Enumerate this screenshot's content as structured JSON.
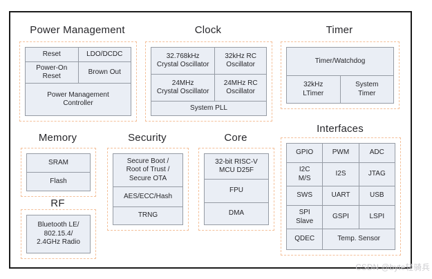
{
  "watermark": {
    "text": "CSDN @byte轻骑兵"
  },
  "colors": {
    "cell_background": "#eaeef5",
    "cell_border": "#959ba4",
    "group_dashed_border": "#f4bf98",
    "frame_border": "#1a1a1a",
    "text": "#26262a",
    "watermark_text": "#cacace"
  },
  "sections": {
    "power_management": {
      "title": "Power Management",
      "cells": {
        "reset": "Reset",
        "ldo_dcdc": "LDO/DCDC",
        "power_on_reset": "Power-On\nReset",
        "brown_out": "Brown Out",
        "pmc": "Power Management\nController"
      }
    },
    "clock": {
      "title": "Clock",
      "cells": {
        "xtal_32768khz": "32.768kHz\nCrystal Oscillator",
        "rc_32khz": "32kHz RC\nOscillator",
        "xtal_24mhz": "24MHz\nCrystal Oscillator",
        "rc_24mhz": "24MHz RC\nOscillator",
        "system_pll": "System PLL"
      }
    },
    "timer": {
      "title": "Timer",
      "cells": {
        "timer_watchdog": "Timer/Watchdog",
        "ltimer_32khz": "32kHz\nLTimer",
        "system_timer": "System\nTimer"
      }
    },
    "memory": {
      "title": "Memory",
      "cells": {
        "sram": "SRAM",
        "flash": "Flash"
      }
    },
    "security": {
      "title": "Security",
      "cells": {
        "secure_boot": "Secure Boot /\nRoot of Trust /\nSecure OTA",
        "aes_ecc_hash": "AES/ECC/Hash",
        "trng": "TRNG"
      }
    },
    "core": {
      "title": "Core",
      "cells": {
        "cpu": "32-bit RISC-V\nMCU D25F",
        "fpu": "FPU",
        "dma": "DMA"
      }
    },
    "interfaces": {
      "title": "Interfaces",
      "cells": {
        "gpio": "GPIO",
        "pwm": "PWM",
        "adc": "ADC",
        "i2c_ms": "I2C\nM/S",
        "i2s": "I2S",
        "jtag": "JTAG",
        "sws": "SWS",
        "uart": "UART",
        "usb": "USB",
        "spi_slave": "SPI\nSlave",
        "gspi": "GSPI",
        "lspi": "LSPI",
        "qdec": "QDEC",
        "temp_sensor": "Temp. Sensor"
      }
    },
    "rf": {
      "title": "RF",
      "cells": {
        "radio": "Bluetooth LE/\n802.15.4/\n2.4GHz Radio"
      }
    }
  }
}
